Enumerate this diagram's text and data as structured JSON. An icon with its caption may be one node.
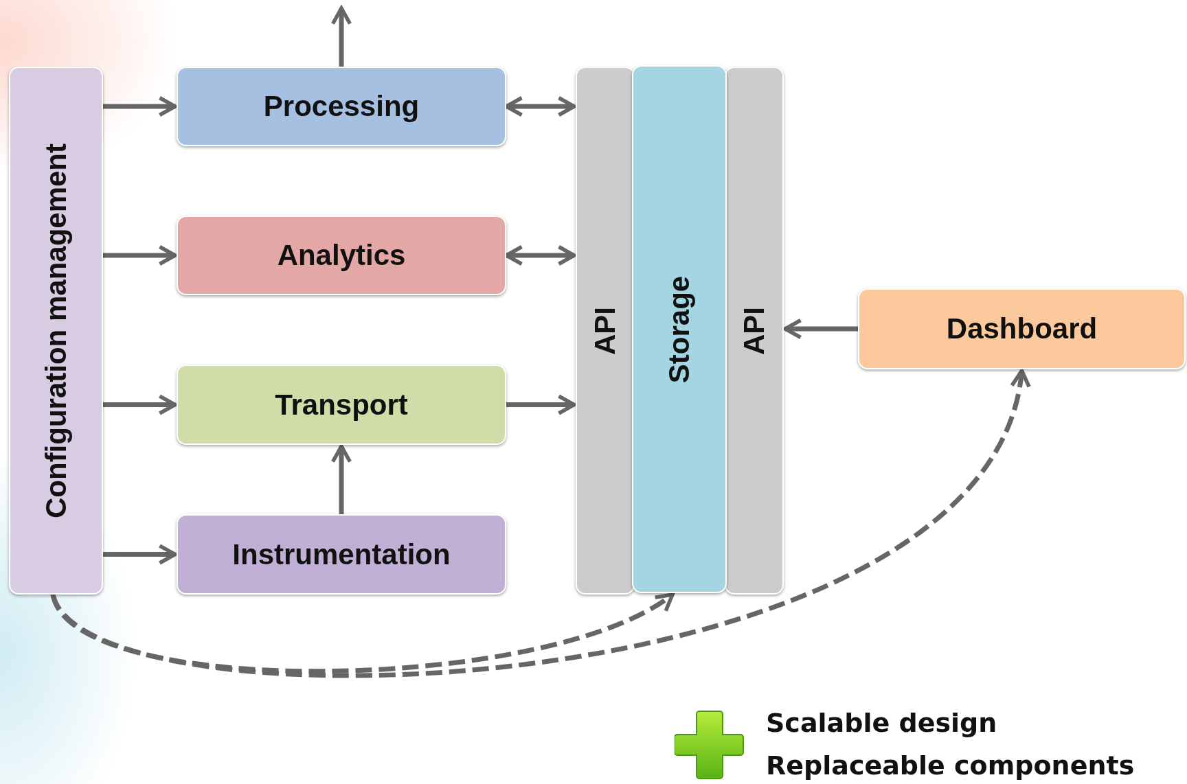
{
  "diagram": {
    "nodes": [
      {
        "text": [
          "Configuration management"
        ]
      },
      {
        "text": [
          "Processing"
        ]
      },
      {
        "text": [
          "Analytics"
        ]
      },
      {
        "text": [
          "Transport"
        ]
      },
      {
        "text": [
          "Instrumentation"
        ]
      },
      {
        "text": [
          "API"
        ]
      },
      {
        "text": [
          "Storage"
        ]
      },
      {
        "text": [
          "API"
        ]
      },
      {
        "text": [
          "Dashboard"
        ]
      }
    ],
    "edges": [
      {
        "from": 1,
        "to": null,
        "arrow": "to"
      },
      {
        "from": 0,
        "to": 1,
        "arrow": "to"
      },
      {
        "from": 0,
        "to": 2,
        "arrow": "to"
      },
      {
        "from": 0,
        "to": 3,
        "arrow": "to"
      },
      {
        "from": 0,
        "to": 4,
        "arrow": "to"
      },
      {
        "from": 1,
        "to": 5,
        "arrow": "both"
      },
      {
        "from": 2,
        "to": 5,
        "arrow": "both"
      },
      {
        "from": 3,
        "to": 5,
        "arrow": "to"
      },
      {
        "from": 4,
        "to": 3,
        "arrow": "to"
      },
      {
        "from": 8,
        "to": 7,
        "arrow": "to"
      },
      {
        "from": 0,
        "to": 6,
        "arrow": "to",
        "style": "dashed"
      },
      {
        "from": 0,
        "to": 8,
        "arrow": "to",
        "style": "dashed"
      }
    ],
    "labels": [
      "Scalable design",
      "Replaceable components"
    ]
  }
}
